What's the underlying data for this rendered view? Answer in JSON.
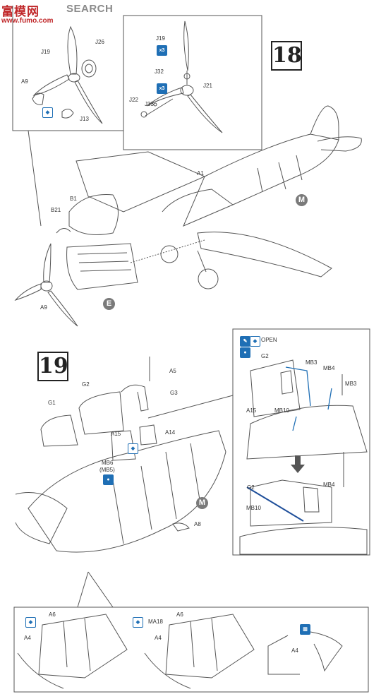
{
  "watermark": {
    "logo": "富模网",
    "search": "SEARCH",
    "url": "www.fumo.com"
  },
  "step18": {
    "number": "18",
    "callout_marks": {
      "M": "M",
      "E": "E"
    },
    "labels": {
      "J19": "J19",
      "J26": "J26",
      "A9_top": "A9",
      "J13": "J13",
      "J19_inset": "J19",
      "J32": "J32",
      "J21": "J21",
      "J22": "J22",
      "J33": "J33",
      "A1": "A1",
      "B1": "B1",
      "B21": "B21",
      "A9_bottom": "A9"
    },
    "icons": {
      "x3_a": "x3",
      "x3_b": "x3"
    }
  },
  "step19": {
    "number": "19",
    "open_label": "OPEN",
    "callout_marks": {
      "M": "M"
    },
    "labels": {
      "A5": "A5",
      "G2": "G2",
      "G3": "G3",
      "G1": "G1",
      "A15": "A15",
      "A14": "A14",
      "MB6": "MB6",
      "MB5": "(MB5)",
      "A8": "A8",
      "G2_inset": "G2",
      "MB3_a": "MB3",
      "MB4_a": "MB4",
      "MB3_b": "MB3",
      "A15_inset": "A15",
      "MB10_a": "MB10",
      "G2_inset2": "G2",
      "MB4_b": "MB4",
      "MB10_b": "MB10"
    }
  },
  "bottom": {
    "labels": {
      "A6_a": "A6",
      "A4_a": "A4",
      "MA18": "MA18",
      "A6_b": "A6",
      "A4_b": "A4",
      "A4_c": "A4"
    }
  }
}
